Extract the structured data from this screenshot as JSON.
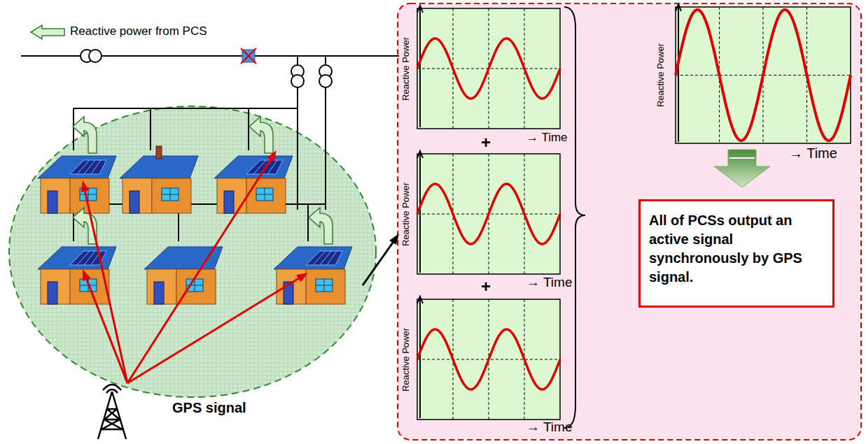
{
  "diagram": {
    "nodes": [
      {
        "text": [
          "All of PCSs output an active signal synchronously by GPS signal."
        ]
      }
    ],
    "labels": [
      "Reactive Power",
      "→ Time",
      "+",
      "Reactive Power",
      "→ Time",
      "+",
      "Reactive Power",
      "→ Time",
      "Reactive Power",
      "→ Time",
      "GPS signal"
    ],
    "legend": [
      {
        "text": "Reactive power from PCS"
      }
    ]
  }
}
